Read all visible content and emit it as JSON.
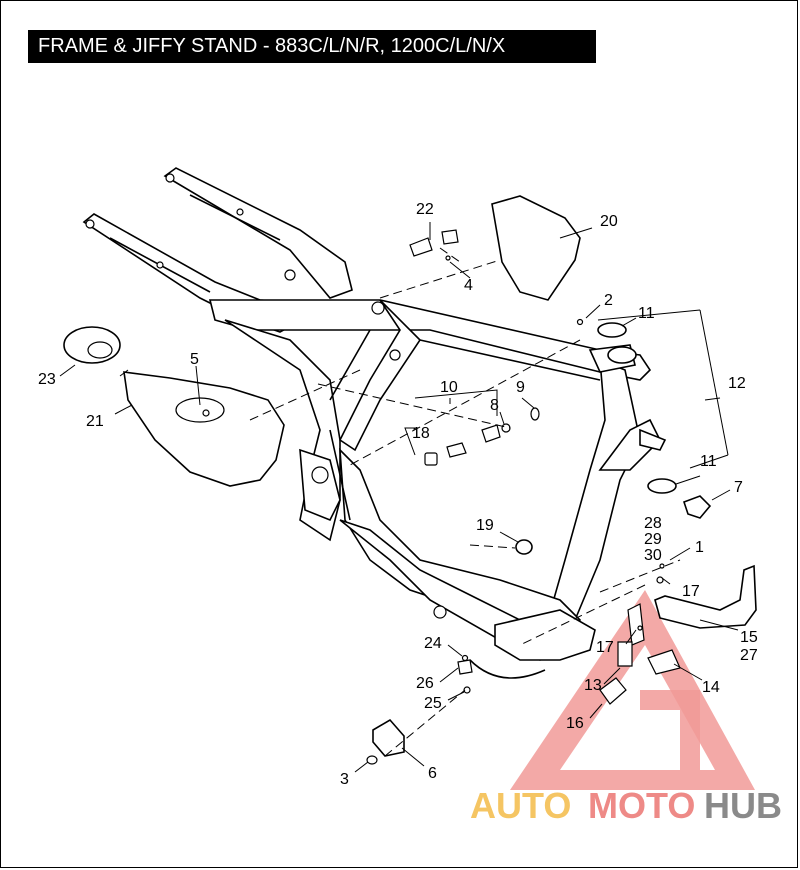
{
  "title": "FRAME & JIFFY STAND - 883C/L/N/R, 1200C/L/N/X",
  "callouts": [
    {
      "id": "c1",
      "label": "1"
    },
    {
      "id": "c2",
      "label": "2"
    },
    {
      "id": "c3",
      "label": "3"
    },
    {
      "id": "c4",
      "label": "4"
    },
    {
      "id": "c5",
      "label": "5"
    },
    {
      "id": "c6",
      "label": "6"
    },
    {
      "id": "c7",
      "label": "7"
    },
    {
      "id": "c8",
      "label": "8"
    },
    {
      "id": "c9",
      "label": "9"
    },
    {
      "id": "c10",
      "label": "10"
    },
    {
      "id": "c11a",
      "label": "11"
    },
    {
      "id": "c11b",
      "label": "11"
    },
    {
      "id": "c12",
      "label": "12"
    },
    {
      "id": "c13",
      "label": "13"
    },
    {
      "id": "c14",
      "label": "14"
    },
    {
      "id": "c15",
      "label": "15"
    },
    {
      "id": "c16",
      "label": "16"
    },
    {
      "id": "c17a",
      "label": "17"
    },
    {
      "id": "c17b",
      "label": "17"
    },
    {
      "id": "c18",
      "label": "18"
    },
    {
      "id": "c19",
      "label": "19"
    },
    {
      "id": "c20",
      "label": "20"
    },
    {
      "id": "c21",
      "label": "21"
    },
    {
      "id": "c22",
      "label": "22"
    },
    {
      "id": "c23",
      "label": "23"
    },
    {
      "id": "c24",
      "label": "24"
    },
    {
      "id": "c25",
      "label": "25"
    },
    {
      "id": "c26",
      "label": "26"
    },
    {
      "id": "c27",
      "label": "27"
    },
    {
      "id": "c28",
      "label": "28"
    },
    {
      "id": "c29",
      "label": "29"
    },
    {
      "id": "c30",
      "label": "30"
    }
  ],
  "watermark": {
    "auto": "AUTO",
    "moto": "MOTO",
    "hub": "HUB",
    "color_auto": "#f5c563",
    "color_moto": "#ee8a87",
    "color_hub": "#8a8a8a",
    "color_logo": "#f08f8c"
  }
}
